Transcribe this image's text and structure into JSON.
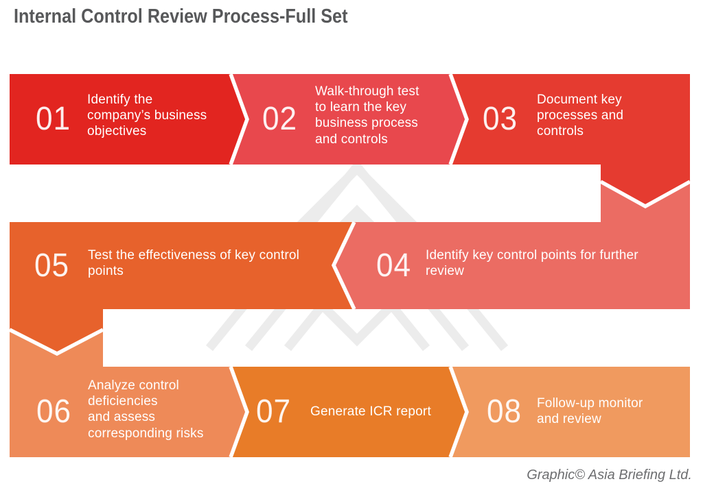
{
  "page": {
    "title": "Internal Control Review Process-Full Set",
    "title_color": "#57585a",
    "background": "#ffffff",
    "credit": "Graphic© Asia Briefing Ltd.",
    "separator_color": "#ffffff"
  },
  "watermark": {
    "name": "asia-briefing-logo",
    "color": "#ececec"
  },
  "steps": [
    {
      "number": "01",
      "text": "Identify the\ncompany’s business\nobjectives",
      "color": "#e22520"
    },
    {
      "number": "02",
      "text": "Walk-through test\nto learn the key\nbusiness process\nand controls",
      "color": "#e8484d"
    },
    {
      "number": "03",
      "text": "Document key\nprocesses and\ncontrols",
      "color": "#e53b30"
    },
    {
      "number": "04",
      "text": "Identify key control points for further\nreview",
      "color": "#eb6c63"
    },
    {
      "number": "05",
      "text": "Test the effectiveness of key control\npoints",
      "color": "#e7622c"
    },
    {
      "number": "06",
      "text": "Analyze control\ndeficiencies\nand assess\ncorresponding risks",
      "color": "#ee8a58"
    },
    {
      "number": "07",
      "text": "Generate ICR report",
      "color": "#e87c28"
    },
    {
      "number": "08",
      "text": "Follow-up monitor\nand review",
      "color": "#f09a5f"
    }
  ]
}
